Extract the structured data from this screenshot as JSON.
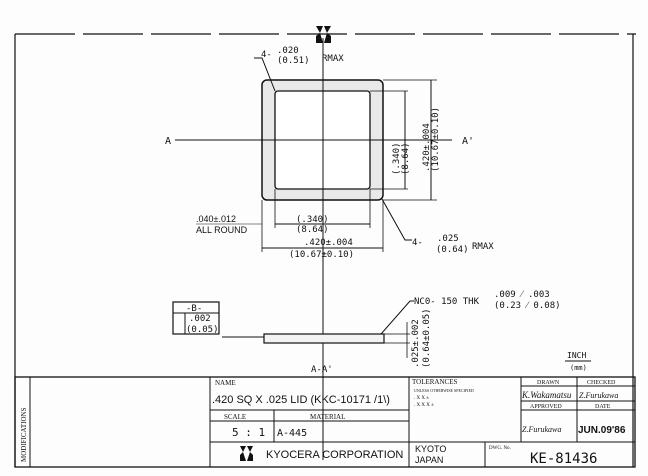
{
  "drawing": {
    "corner_radius_top": {
      "lead": "4-",
      "inch": ".020",
      "mm": "(0.51)",
      "suffix": "RMAX"
    },
    "corner_radius_bottom": {
      "lead": "4-",
      "inch": ".025",
      "mm": "(0.64)",
      "suffix": "RMAX"
    },
    "section_a": "A",
    "section_a_prime": "A'",
    "section_label": "A-A'",
    "inner_vertical": {
      "inch": "(.340)",
      "mm": "(8.64)"
    },
    "outer_vertical": {
      "inch": ".420±.004",
      "mm": "(10.67±0.10)"
    },
    "inner_horizontal": {
      "inch": "(.340)",
      "mm": "(8.64)"
    },
    "outer_horizontal": {
      "inch": ".420±.004",
      "mm": "(10.67±0.10)"
    },
    "seal_width": {
      "value": ".040±.012",
      "note": "ALL ROUND"
    },
    "seal_note": {
      "text": "NC0- 150 THK",
      "inch": ".009 ⁄ .003",
      "mm": "(0.23 ⁄ 0.08)"
    },
    "datum": {
      "label": "-B-",
      "inch": ".002",
      "mm": "(0.05)"
    },
    "thickness": {
      "inch": ".025±.002",
      "mm": "(0.64±0.05)"
    },
    "units": {
      "top": "INCH",
      "bottom": "(mm)"
    }
  },
  "title_block": {
    "modifications": "MODIFICATIONS",
    "name_label": "NAME",
    "name": ".420 SQ X .025 LID (KKC-10171 /1\\)",
    "scale_label": "SCALE",
    "scale": "5 : 1",
    "material_label": "MATERIAL",
    "material": "A-445",
    "tolerances_label": "TOLERANCES",
    "tolerances_note": "UNLESS OTHERWISE SPECIFIED",
    "tol1": ". X X   ±",
    "tol2": ". X X X  ±",
    "drawn_label": "DRAWN",
    "drawn": "K.Wakamatsu",
    "checked_label": "CHECKED",
    "checked": "Z.Furukawa",
    "approved_label": "APPROVED",
    "approved": "Z.Furukawa",
    "date_label": "DATE",
    "date": "JUN.09'86",
    "company": "KYOCERA CORPORATION",
    "city": "KYOTO",
    "country": "JAPAN",
    "dwg_label": "DWG. No.",
    "dwg_no": "KE-81436"
  }
}
